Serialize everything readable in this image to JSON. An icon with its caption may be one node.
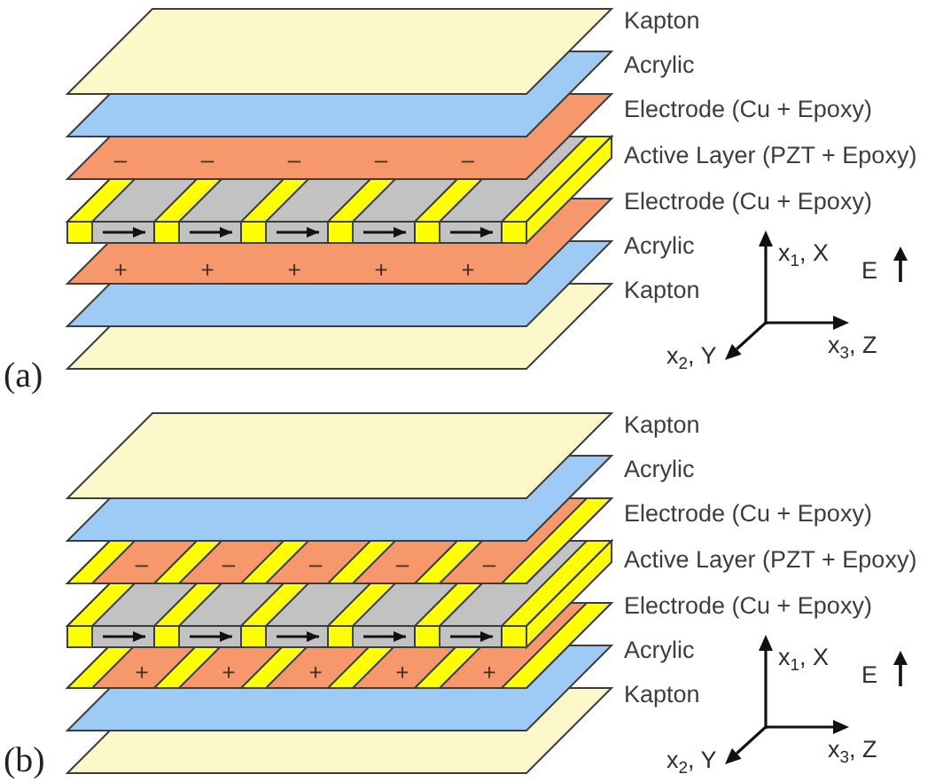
{
  "diagram": {
    "labels": [
      "Kapton",
      "Acrylic",
      "Electrode (Cu + Epoxy)",
      "–",
      "–",
      "–",
      "–",
      "–",
      "Active Layer (PZT + Epoxy)",
      "Electrode (Cu + Epoxy)",
      "+",
      "+",
      "+",
      "+",
      "+",
      "Acrylic",
      "Kapton",
      "x$_{1}$, X",
      "E",
      "x$_{2}$, Y",
      "x$_{3}$, Z",
      "(a)",
      "Kapton",
      "Acrylic",
      "Electrode (Cu + Epoxy)",
      "–",
      "–",
      "–",
      "–",
      "–",
      "Active Layer (PZT + Epoxy)",
      "Electrode (Cu + Epoxy)",
      "+",
      "+",
      "+",
      "+",
      "+",
      "Acrylic",
      "Kapton",
      "x$_{1}$, X",
      "E",
      "x$_{2}$, Y",
      "x$_{3}$, Z",
      "(b)"
    ]
  }
}
